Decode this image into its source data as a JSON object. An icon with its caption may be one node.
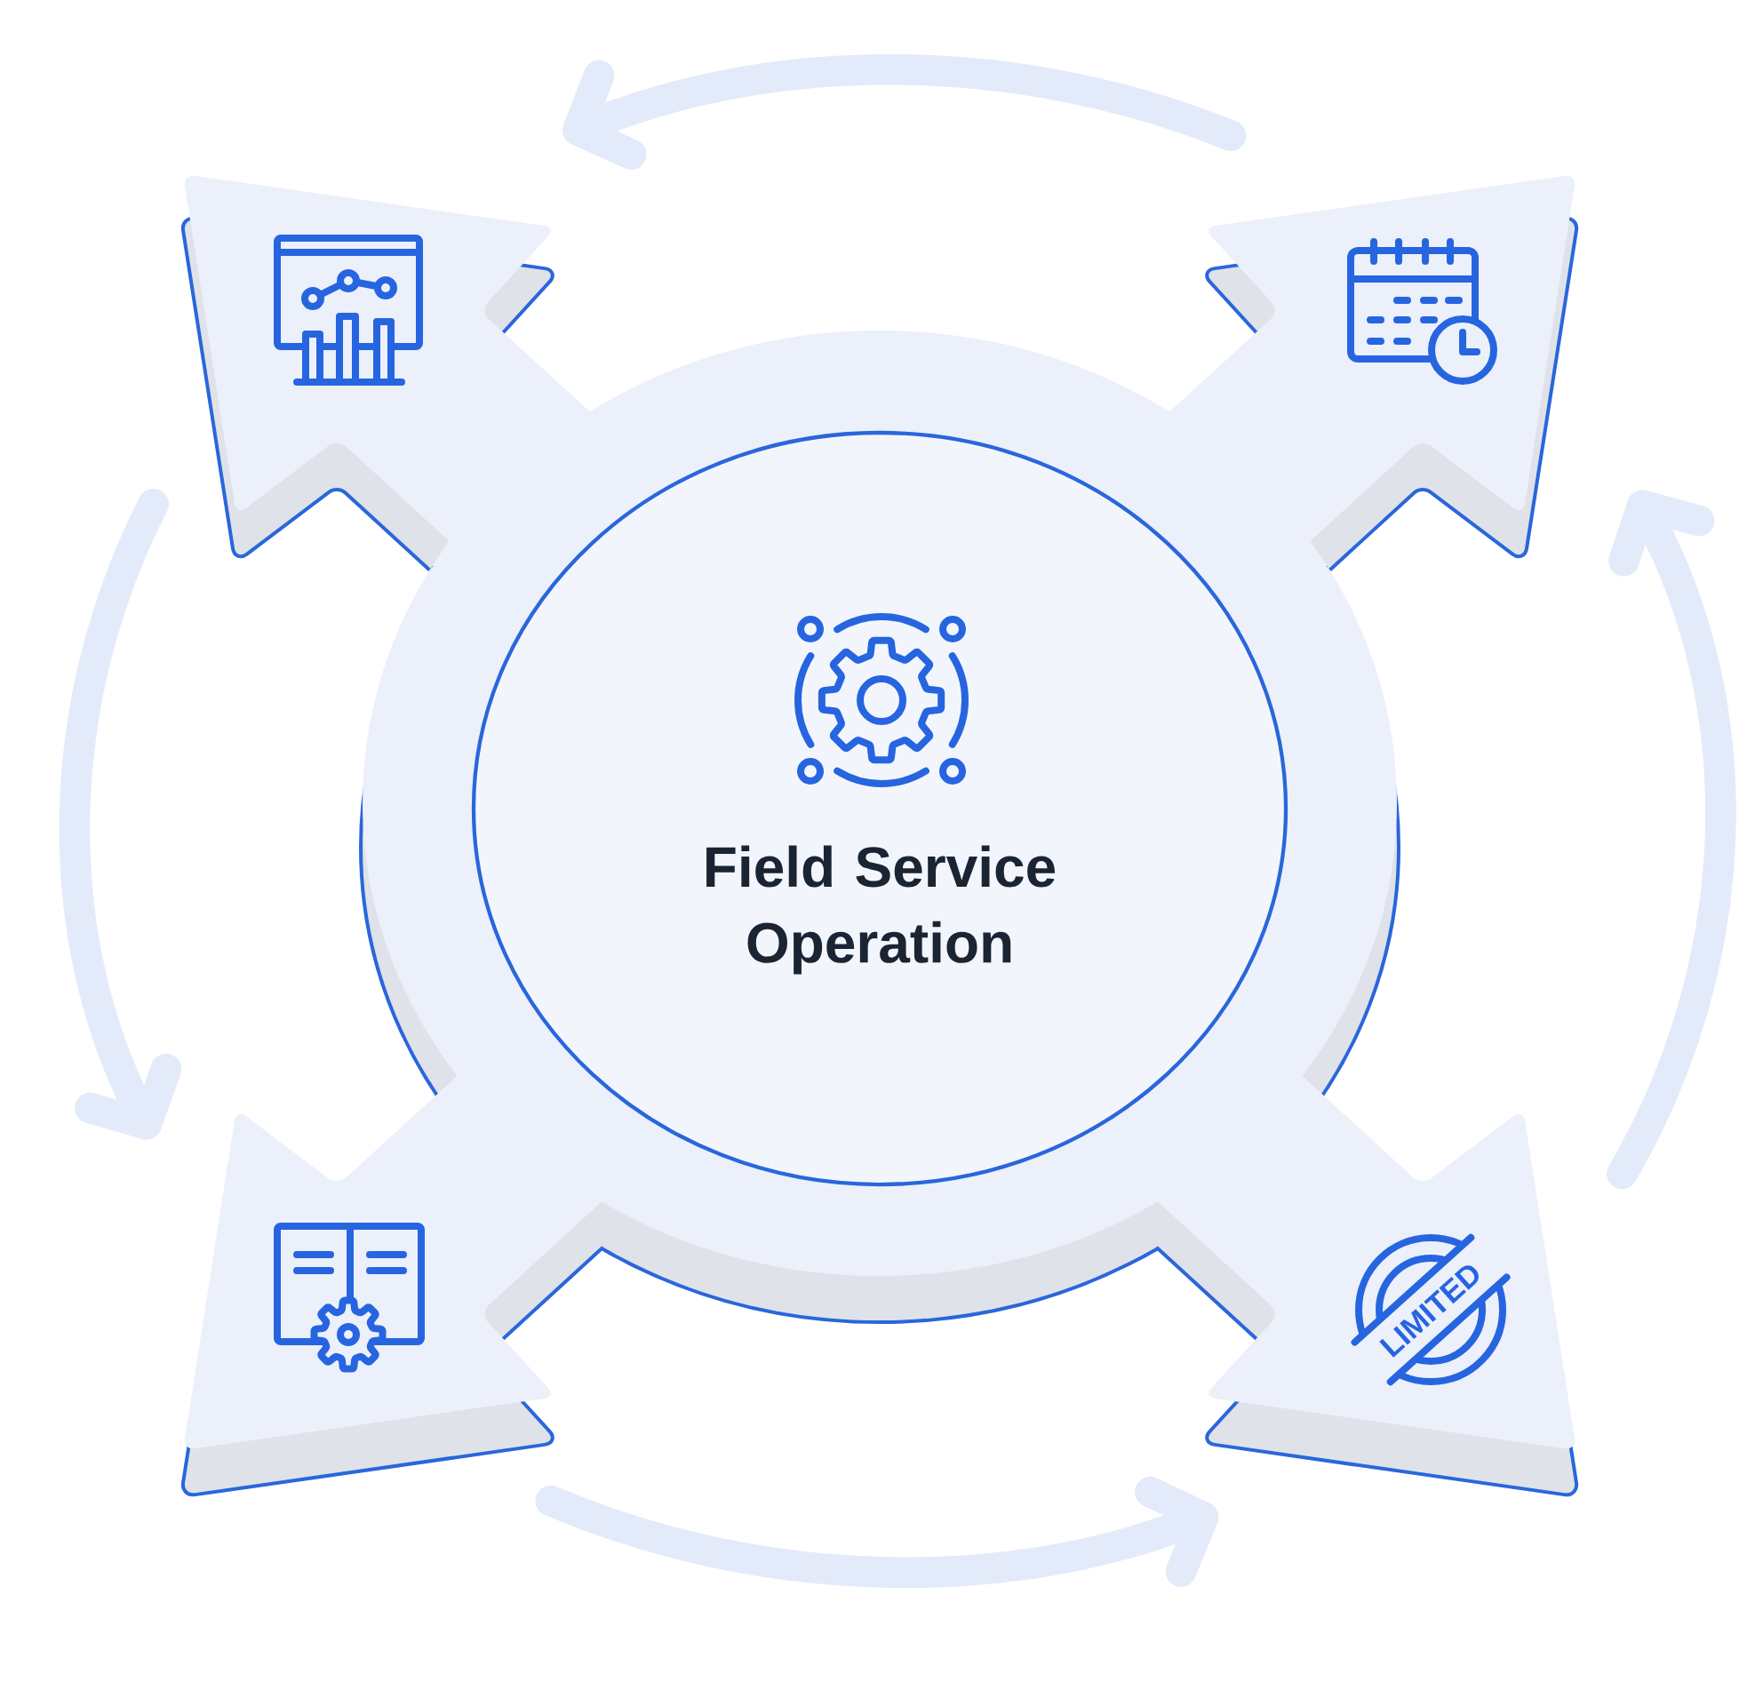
{
  "diagram": {
    "nodes": [
      {
        "text": [],
        "shape": "arrow"
      },
      {
        "text": [],
        "shape": "arrow"
      },
      {
        "text": [
          "Field Service Operation"
        ]
      },
      {
        "text": [],
        "shape": "arrow"
      },
      {
        "text": [
          "LIMITED"
        ]
      }
    ],
    "edges": [
      {
        "from": 1,
        "to": 0,
        "arrow": "to"
      },
      {
        "from": 0,
        "to": 3,
        "arrow": "to"
      },
      {
        "from": 4,
        "to": 1,
        "arrow": "to"
      },
      {
        "from": 3,
        "to": 4,
        "arrow": "to"
      }
    ]
  }
}
